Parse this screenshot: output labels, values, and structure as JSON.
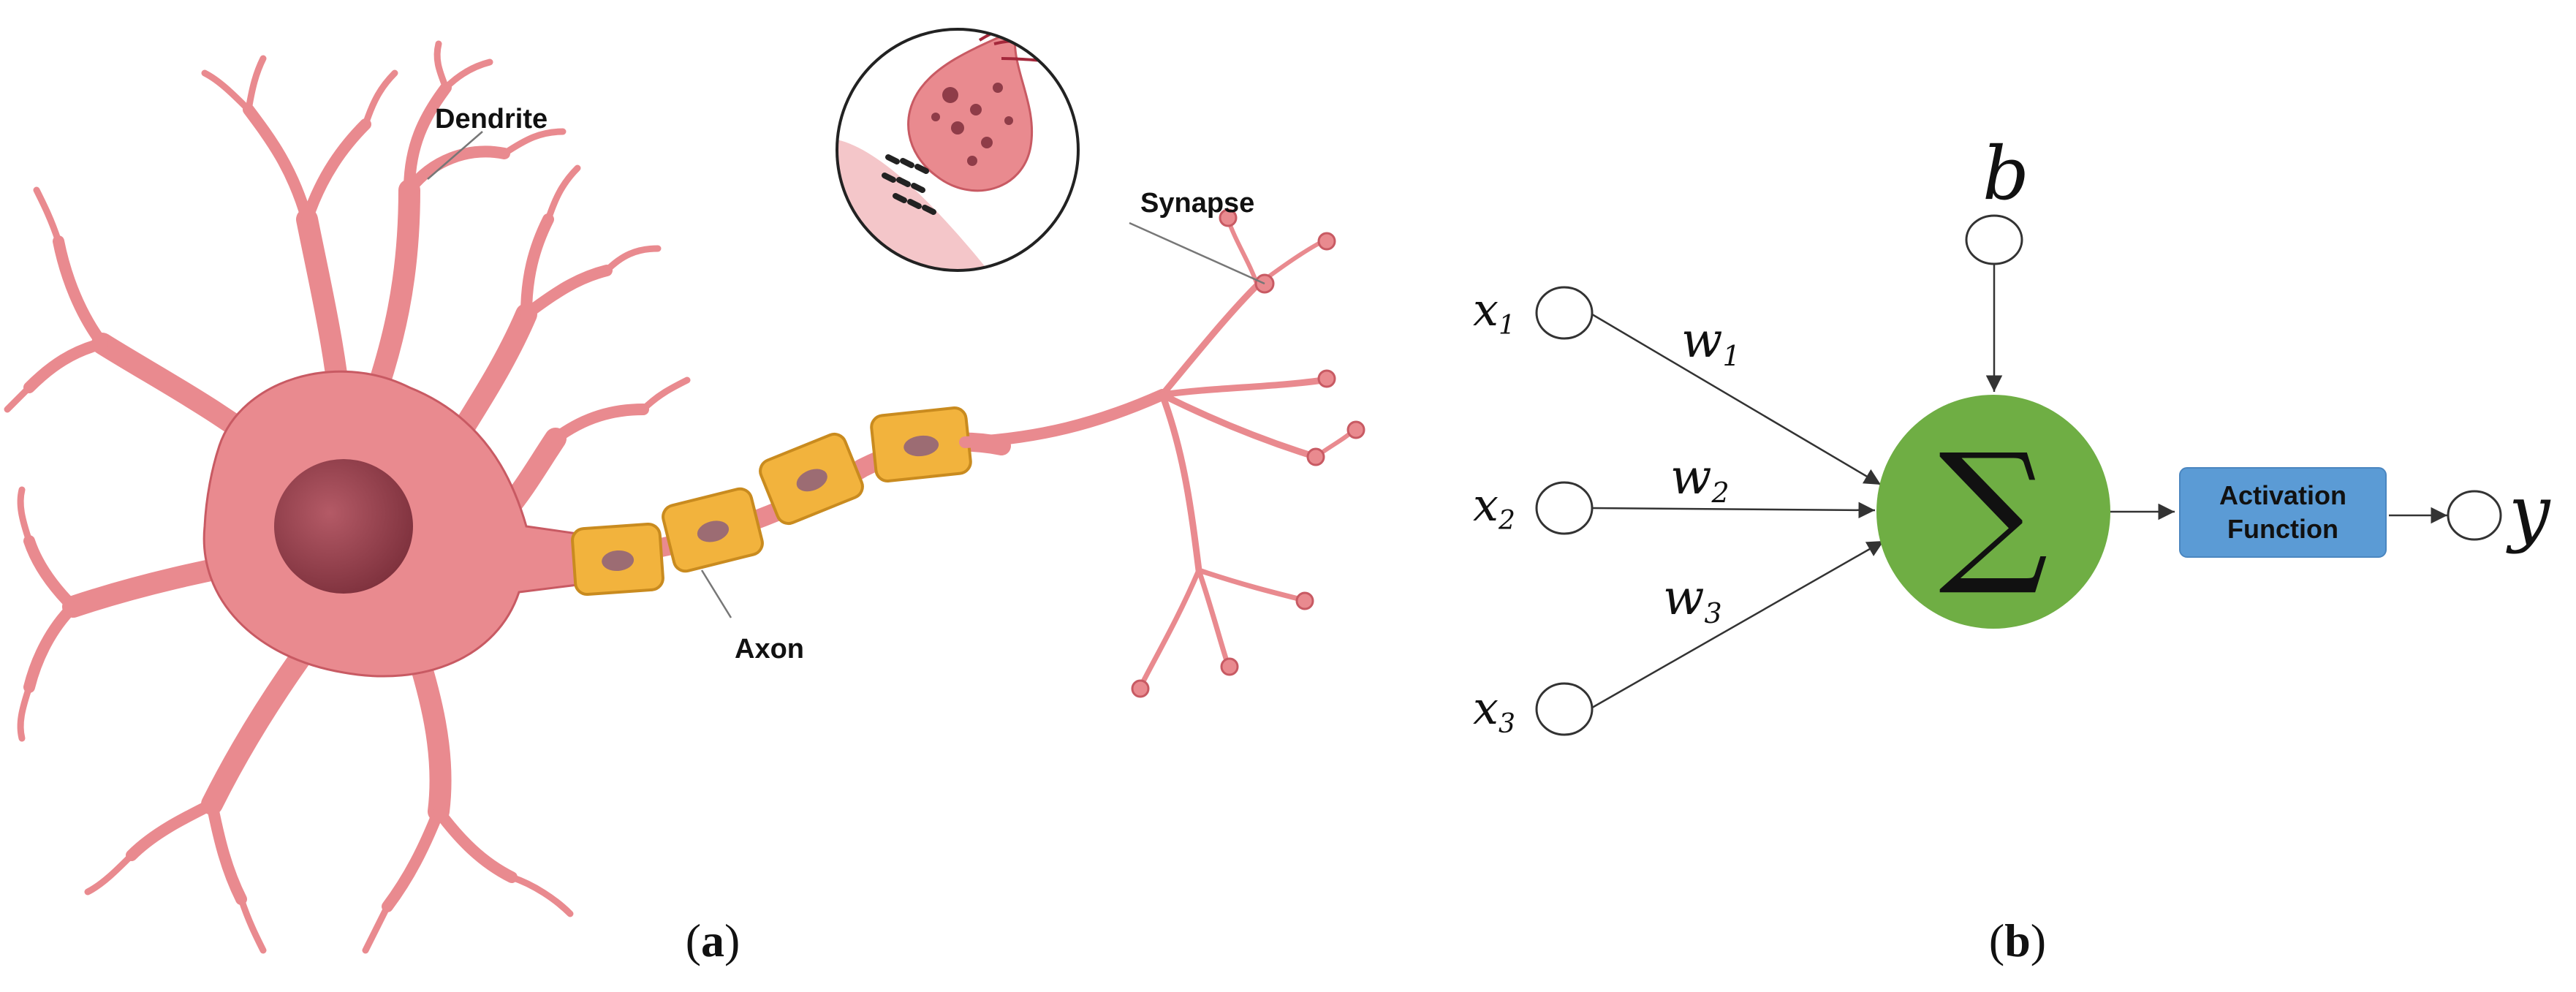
{
  "panel_a": {
    "labels": {
      "dendrite": "Dendrite",
      "synapse": "Synapse",
      "axon": "Axon"
    },
    "caption": {
      "open": "(",
      "letter": "a",
      "close": ")"
    }
  },
  "panel_b": {
    "inputs": [
      {
        "var": "x",
        "sub": "1"
      },
      {
        "var": "x",
        "sub": "2"
      },
      {
        "var": "x",
        "sub": "3"
      }
    ],
    "weights": [
      {
        "var": "w",
        "sub": "1"
      },
      {
        "var": "w",
        "sub": "2"
      },
      {
        "var": "w",
        "sub": "3"
      }
    ],
    "bias": "b",
    "sum_symbol": "∑",
    "activation": {
      "line1": "Activation",
      "line2": "Function"
    },
    "output": "y",
    "caption": {
      "open": "(",
      "letter": "b",
      "close": ")"
    }
  },
  "colors": {
    "neuron_body": "#e98a8f",
    "neuron_outline": "#c85a63",
    "nucleus": "#8f3c48",
    "myelin": "#f2b33d",
    "myelin_outline": "#c98b1f",
    "sum_node": "#6fae44",
    "activation_box": "#5b9bd5"
  }
}
